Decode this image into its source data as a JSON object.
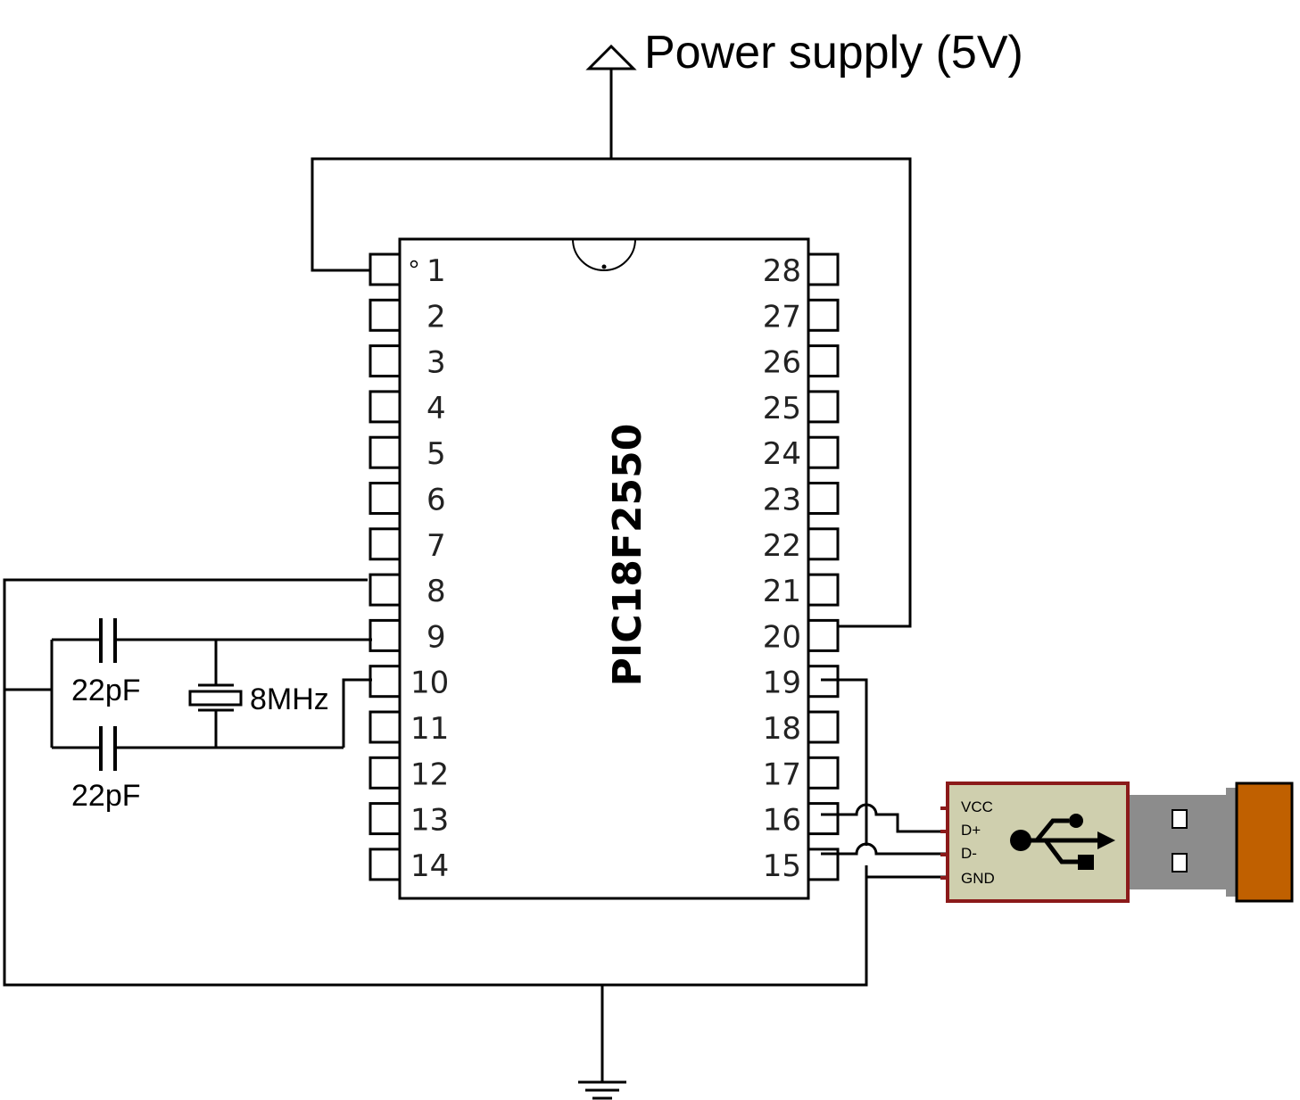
{
  "power_label": "Power supply (5V)",
  "chip": {
    "name": "PIC18F2550",
    "left_pins": [
      "1",
      "2",
      "3",
      "4",
      "5",
      "6",
      "7",
      "8",
      "9",
      "10",
      "11",
      "12",
      "13",
      "14"
    ],
    "right_pins": [
      "28",
      "27",
      "26",
      "25",
      "24",
      "23",
      "22",
      "21",
      "20",
      "19",
      "18",
      "17",
      "16",
      "15"
    ]
  },
  "oscillator": {
    "cap_top_label": "22pF",
    "cap_bottom_label": "22pF",
    "crystal_label": "8MHz"
  },
  "usb": {
    "pins": [
      "VCC",
      "D+",
      "D-",
      "GND"
    ],
    "colors": {
      "board": "#cfcfae",
      "border": "#8b1a1a",
      "plug": "#8c8c8c",
      "cap": "#c06000"
    }
  }
}
